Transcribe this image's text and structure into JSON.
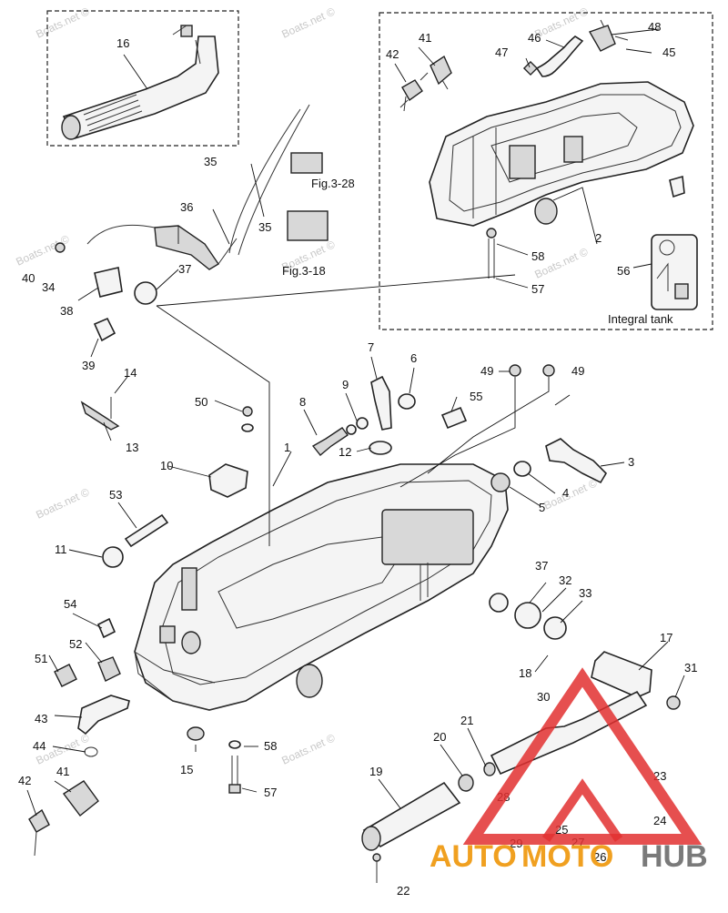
{
  "callouts": {
    "c1": "1",
    "c2": "2",
    "c3": "3",
    "c4": "4",
    "c5": "5",
    "c6": "6",
    "c7": "7",
    "c8": "8",
    "c9": "9",
    "c10": "10",
    "c11": "11",
    "c12": "12",
    "c13": "13",
    "c14": "14",
    "c15": "15",
    "c16": "16",
    "c17": "17",
    "c18": "18",
    "c19": "19",
    "c20": "20",
    "c21": "21",
    "c22": "22",
    "c23": "23",
    "c24": "24",
    "c25": "25",
    "c26": "26",
    "c27": "27",
    "c28": "28",
    "c29": "29",
    "c30": "30",
    "c31": "31",
    "c32": "32",
    "c33": "33",
    "c34": "34",
    "c35a": "35",
    "c35b": "35",
    "c36": "36",
    "c37a": "37",
    "c37b": "37",
    "c38": "38",
    "c39": "39",
    "c40": "40",
    "c41a": "41",
    "c41b": "41",
    "c42a": "42",
    "c42b": "42",
    "c43": "43",
    "c44": "44",
    "c45": "45",
    "c46": "46",
    "c47": "47",
    "c48": "48",
    "c49a": "49",
    "c49b": "49",
    "c50": "50",
    "c51": "51",
    "c52": "52",
    "c53": "53",
    "c54": "54",
    "c55": "55",
    "c56": "56",
    "c57a": "57",
    "c57b": "57",
    "c58a": "58",
    "c58b": "58"
  },
  "figure_refs": {
    "ref1": "Fig.3-28",
    "ref2": "Fig.3-18"
  },
  "inset_caption": "Integral tank",
  "watermarks": [
    "Boats.net ©",
    "Boats.net ©",
    "Boats.net ©",
    "Boats.net ©",
    "Boats.net ©",
    "Boats.net ©",
    "Boats.net ©",
    "Boats.net ©",
    "Boats.net ©",
    "Boats.net ©",
    "Boats.net ©",
    "Boats.net ©"
  ],
  "logo": {
    "part1": "AUTO",
    "part2": "MOTO",
    "part3": "HUB",
    "color_orange": "#f0a020",
    "color_gray": "#7a7a7a",
    "color_red": "#e23030"
  }
}
